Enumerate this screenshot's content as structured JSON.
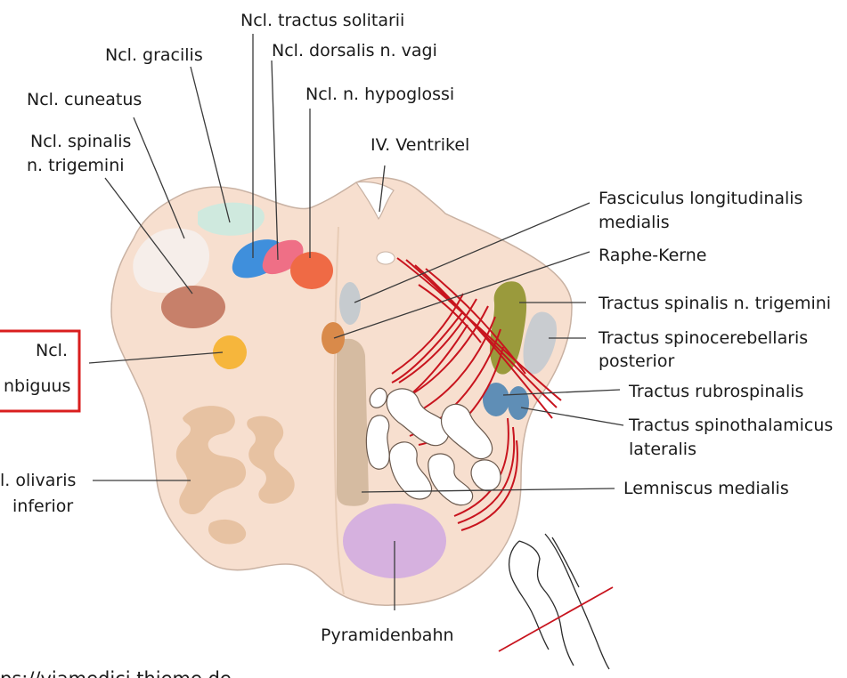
{
  "labels": {
    "tractus_solitarii": "Ncl. tractus solitarii",
    "gracilis": "Ncl. gracilis",
    "dorsalis_vagi": "Ncl. dorsalis n. vagi",
    "cuneatus": "Ncl. cuneatus",
    "hypoglossi": "Ncl. n. hypoglossi",
    "spinalis_trig_1": "Ncl. spinalis",
    "spinalis_trig_2": "n. trigemini",
    "ventrikel": "IV. Ventrikel",
    "flm_1": "Fasciculus longitudinalis",
    "flm_2": "medialis",
    "raphe": "Raphe-Kerne",
    "tr_spinalis_trig": "Tractus spinalis n. trigemini",
    "spinocereb_1": "Tractus spinocerebellaris",
    "spinocereb_2": "posterior",
    "ambiguus_1": "Ncl.",
    "ambiguus_2": "nbiguus",
    "rubrospinalis": "Tractus rubrospinalis",
    "spinothal_1": "Tractus spinothalamicus",
    "spinothal_2": "lateralis",
    "olivaris_1": "l. olivaris",
    "olivaris_2": "inferior",
    "lemniscus": "Lemniscus medialis",
    "pyramiden": "Pyramidenbahn"
  },
  "source_url": "ps://viamedici.thieme.de",
  "colors": {
    "tissue": "#f7dfcf",
    "tissue_outline": "#c9b2a3",
    "highlight_box": "#d91e1e",
    "tract_red": "#c8141e",
    "gracilis": "#cfe9de",
    "cuneatus": "#f6eeea",
    "tractus_solitarii": "#3f8fdc",
    "dorsalis_vagi": "#ef6f86",
    "hypoglossi": "#ef6a45",
    "spinalis_trig": "#c7806a",
    "ambiguus": "#f6b63c",
    "raphe": "#d98a4a",
    "flm": "#c6cbcf",
    "tr_spinalis_trig": "#9a9a3c",
    "spinocerebellaris": "#c9ccd0",
    "rubro_spinothal": "#5f8eb6",
    "olive": "#e7c2a2",
    "lemniscus_band": "#d5bba1",
    "pyramid": "#d6b1df"
  }
}
